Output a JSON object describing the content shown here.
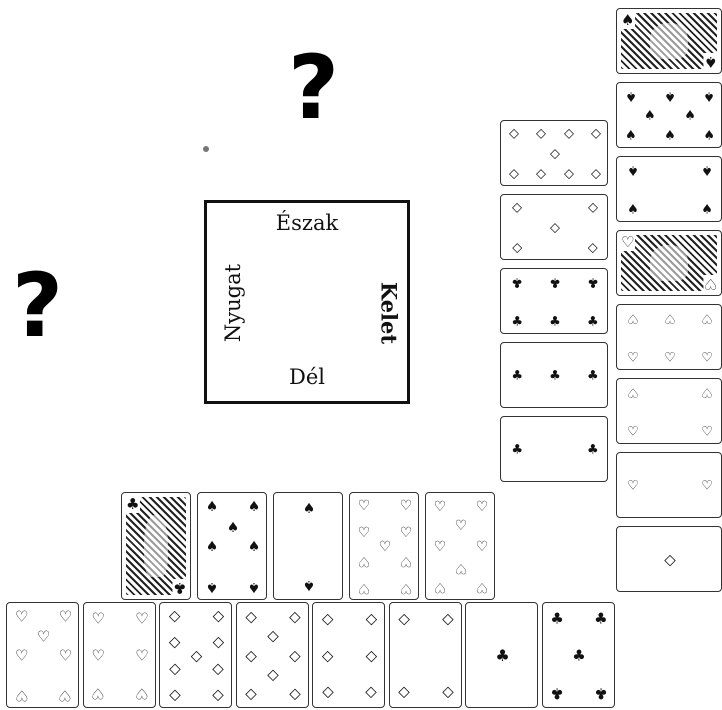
{
  "compass": {
    "north": "Észak",
    "east": "Kelet",
    "south": "Dél",
    "west": "Nyugat"
  },
  "unknown_marks": [
    "?",
    "?"
  ],
  "suits": {
    "spades": "♠",
    "clubs": "♣",
    "hearts": "♡",
    "diamonds": "◇"
  },
  "hands": {
    "north_hidden": true,
    "west_hidden": true,
    "east": {
      "cards": [
        {
          "suit": "spades",
          "rank": "face"
        },
        {
          "suit": "spades",
          "rank": "8"
        },
        {
          "suit": "spades",
          "rank": "4"
        },
        {
          "suit": "hearts",
          "rank": "face"
        },
        {
          "suit": "hearts",
          "rank": "6"
        },
        {
          "suit": "hearts",
          "rank": "4"
        },
        {
          "suit": "hearts",
          "rank": "2"
        },
        {
          "suit": "diamonds",
          "rank": "A"
        }
      ]
    },
    "east_inner": {
      "cards": [
        {
          "suit": "diamonds",
          "rank": "9"
        },
        {
          "suit": "diamonds",
          "rank": "5"
        },
        {
          "suit": "clubs",
          "rank": "6"
        },
        {
          "suit": "clubs",
          "rank": "3"
        },
        {
          "suit": "clubs",
          "rank": "2"
        }
      ]
    },
    "south_top": {
      "cards": [
        {
          "suit": "clubs",
          "rank": "face"
        },
        {
          "suit": "spades",
          "rank": "7"
        },
        {
          "suit": "spades",
          "rank": "2"
        },
        {
          "suit": "hearts",
          "rank": "9"
        },
        {
          "suit": "hearts",
          "rank": "8"
        }
      ]
    },
    "south_bottom": {
      "cards": [
        {
          "suit": "hearts",
          "rank": "7"
        },
        {
          "suit": "hearts",
          "rank": "6"
        },
        {
          "suit": "diamonds",
          "rank": "9"
        },
        {
          "suit": "diamonds",
          "rank": "8"
        },
        {
          "suit": "diamonds",
          "rank": "6"
        },
        {
          "suit": "diamonds",
          "rank": "4"
        },
        {
          "suit": "clubs",
          "rank": "A"
        },
        {
          "suit": "clubs",
          "rank": "5"
        }
      ]
    }
  }
}
